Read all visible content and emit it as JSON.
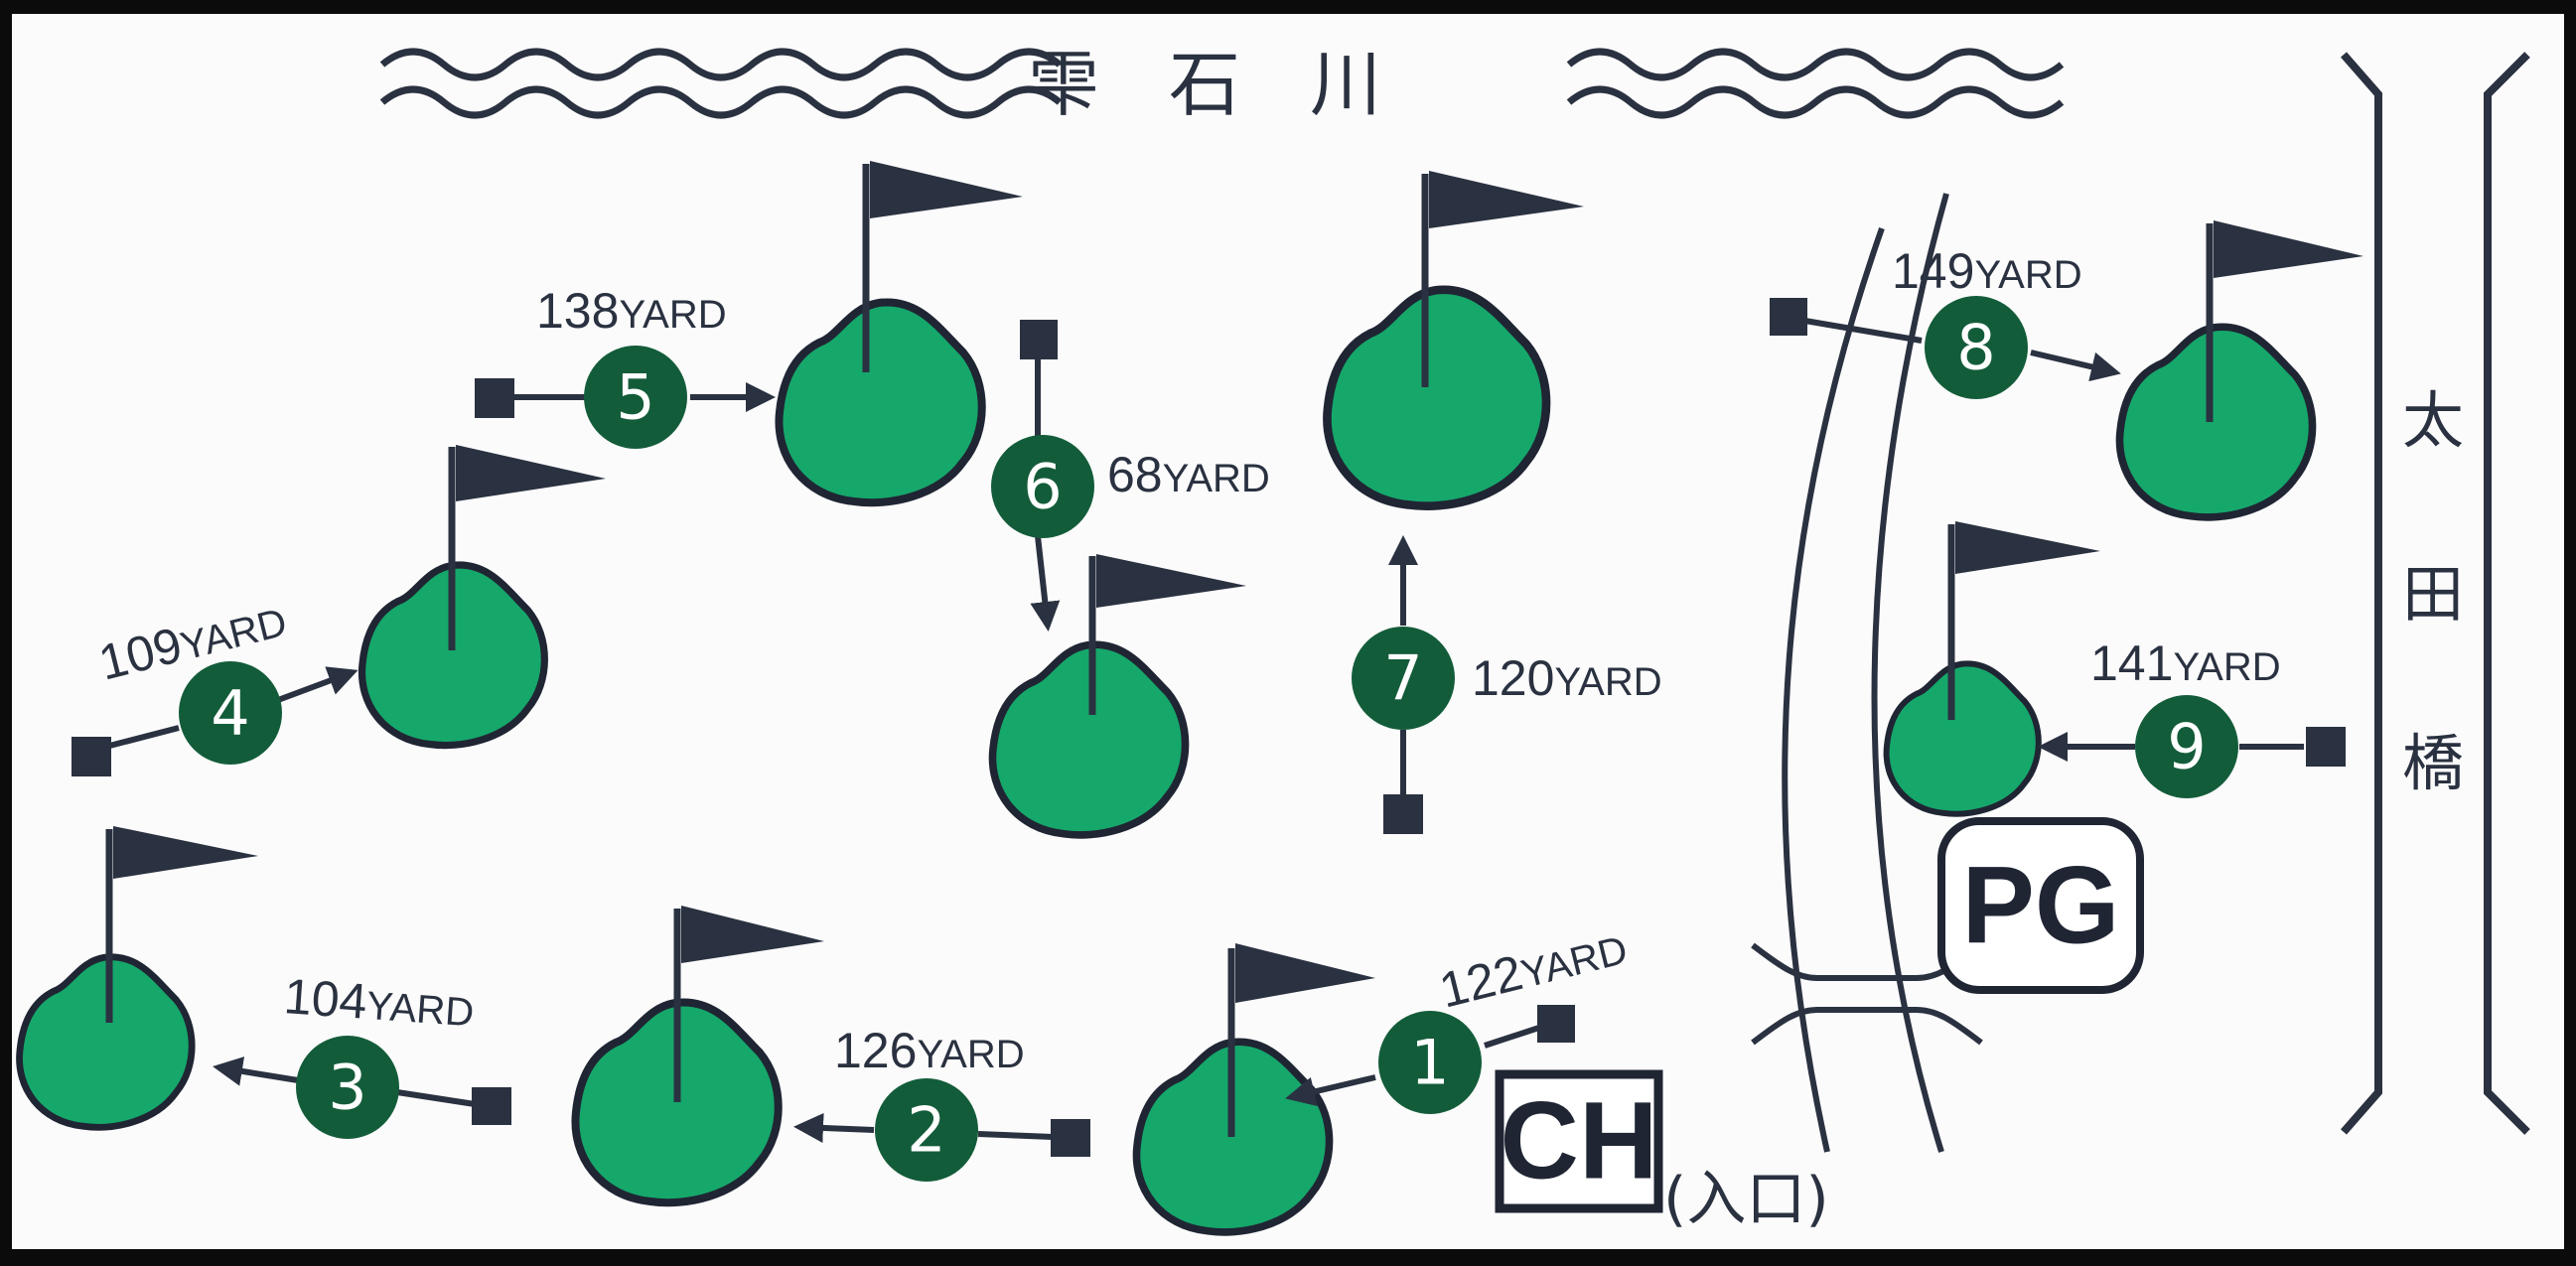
{
  "map": {
    "river_label": "雫石川",
    "bridge_label": [
      "太",
      "田",
      "橋"
    ],
    "clubhouse": {
      "label": "CH",
      "entrance": "(入口)"
    },
    "parking": {
      "label": "PG"
    },
    "colors": {
      "green": "#16a76b",
      "ink": "#2a3140",
      "background": "#fbfbfb",
      "frame": "#0b0b0b"
    }
  },
  "holes": [
    {
      "number": "1",
      "distance": "122",
      "unit": "YARD"
    },
    {
      "number": "2",
      "distance": "126",
      "unit": "YARD"
    },
    {
      "number": "3",
      "distance": "104",
      "unit": "YARD"
    },
    {
      "number": "4",
      "distance": "109",
      "unit": "YARD"
    },
    {
      "number": "5",
      "distance": "138",
      "unit": "YARD"
    },
    {
      "number": "6",
      "distance": "68",
      "unit": "YARD"
    },
    {
      "number": "7",
      "distance": "120",
      "unit": "YARD"
    },
    {
      "number": "8",
      "distance": "149",
      "unit": "YARD"
    },
    {
      "number": "9",
      "distance": "141",
      "unit": "YARD"
    }
  ]
}
